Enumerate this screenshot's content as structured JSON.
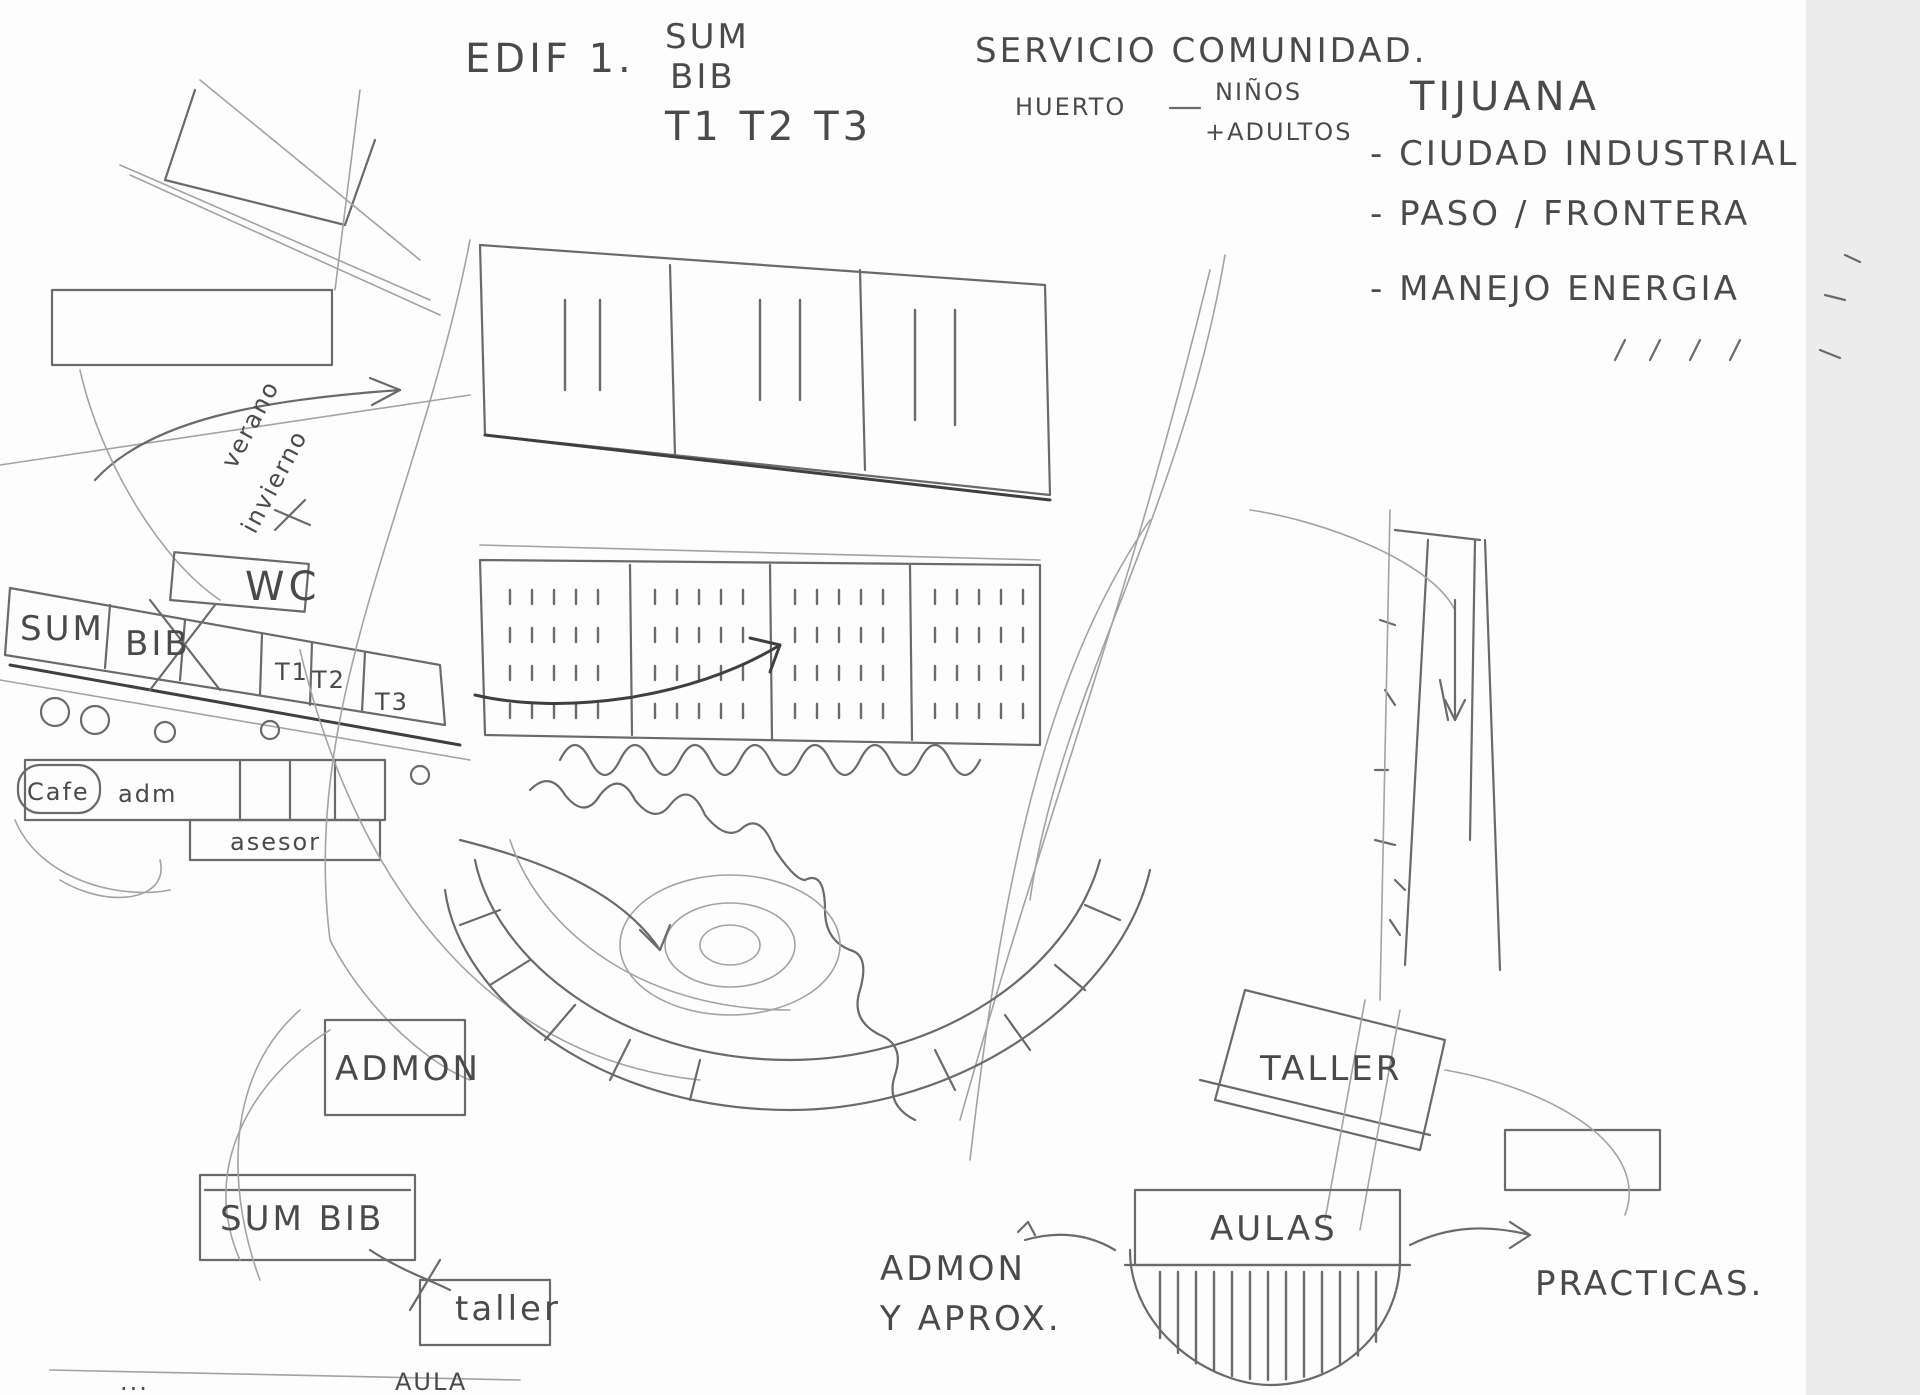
{
  "header": {
    "edif": "EDIF 1.",
    "program": [
      "SUM",
      "BIB",
      "T1 T2 T3"
    ],
    "servicio": "SERVICIO COMUNIDAD.",
    "huerto": "HUERTO",
    "ninos": "NIÑOS",
    "adultos": "+ADULTOS",
    "tijuana": "TIJUANA",
    "notes": [
      "- CIUDAD INDUSTRIAL",
      "- PASO / FRONTERA",
      "- MANEJO ENERGIA"
    ]
  },
  "left_plan": {
    "verano": "verano",
    "invierno": "invierno",
    "wc": "WC",
    "sum": "SUM",
    "bib": "BIB",
    "t1": "T1",
    "t2": "T2",
    "t3": "T3",
    "cafe": "Cafe",
    "adm": "adm",
    "asesor": "asesor"
  },
  "lower_left": {
    "admon": "ADMON",
    "sum_bib": "SUM BIB",
    "taller": "taller",
    "bottom_1": "...",
    "bottom_2": "AULA"
  },
  "lower_right": {
    "taller": "TALLER",
    "aulas": "AULAS",
    "admon_aprox": [
      "ADMON",
      "Y APROX."
    ],
    "practicas": "PRACTICAS."
  }
}
